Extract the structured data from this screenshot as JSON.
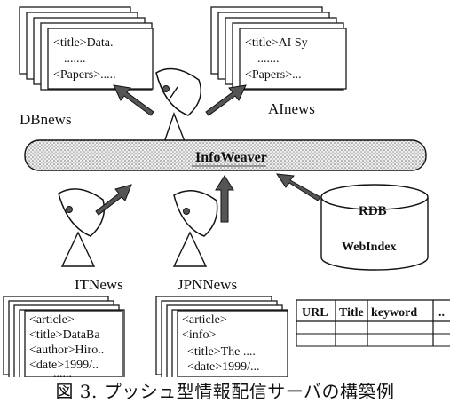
{
  "hub": {
    "label": "InfoWeaver"
  },
  "docs": {
    "dbnews": {
      "line1": "<title>Data.",
      "line2": ".......",
      "line3": "<Papers>....."
    },
    "ainews": {
      "line1": "<title>AI Sy",
      "line2": ".......",
      "line3": "<Papers>..."
    },
    "itnews": {
      "line1": "<article>",
      "line2": "<title>DataBa",
      "line3": "<author>Hiro..",
      "line4": "<date>1999/..",
      "line5": "......"
    },
    "jpnnews": {
      "line1": "<article>",
      "line2": "<info>",
      "line3": "<title>The ....",
      "line4": "<date>1999/...",
      "line5": "......"
    }
  },
  "labels": {
    "dbnews": "DBnews",
    "ainews": "AInews",
    "itnews": "ITNews",
    "jpnnews": "JPNNews"
  },
  "rdb": {
    "label": "RDB",
    "sublabel": "WebIndex"
  },
  "table": {
    "headers": [
      "URL",
      "Title",
      "keyword",
      ".."
    ]
  },
  "caption": "図 3. プッシュ型情報配信サーバの構築例"
}
